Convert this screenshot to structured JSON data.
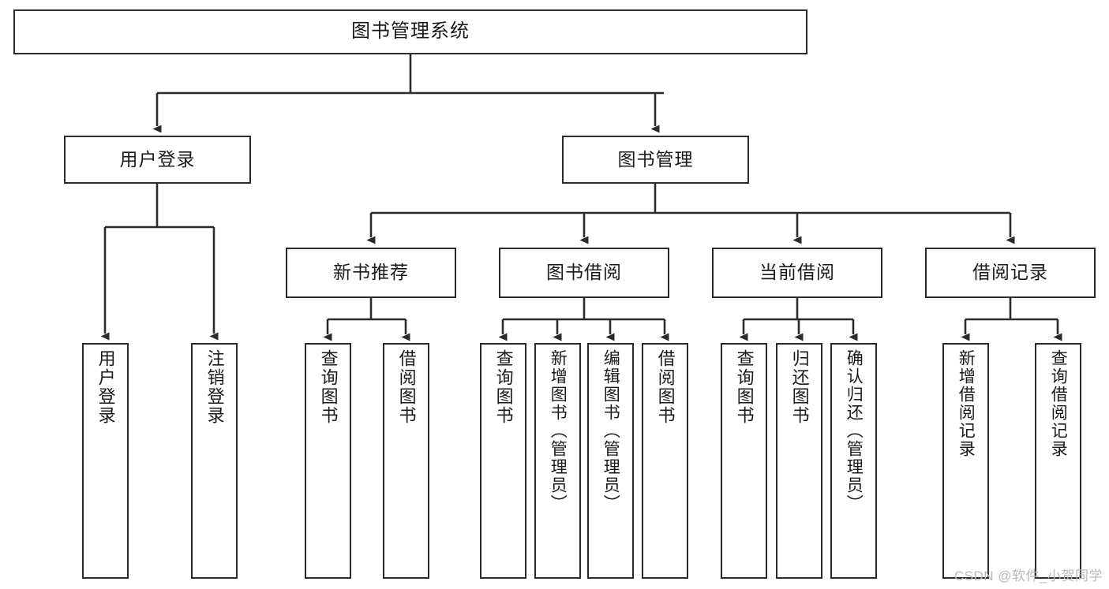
{
  "diagram": {
    "title": "图书管理系统",
    "type": "tree-hierarchy-chart",
    "orientation": "top-down",
    "colors": {
      "stroke": "#2b2b2b",
      "fill": "#ffffff",
      "text": "#1a1a1a",
      "watermark": "#b9b9b9",
      "background": "#ffffff"
    },
    "root": {
      "label": "图书管理系统"
    },
    "level1": [
      {
        "id": "user-login",
        "label": "用户登录"
      },
      {
        "id": "book-management",
        "label": "图书管理"
      }
    ],
    "level2": [
      {
        "id": "new-book-recommend",
        "label": "新书推荐",
        "parent": "book-management"
      },
      {
        "id": "book-borrow",
        "label": "图书借阅",
        "parent": "book-management"
      },
      {
        "id": "current-borrow",
        "label": "当前借阅",
        "parent": "book-management"
      },
      {
        "id": "borrow-record",
        "label": "借阅记录",
        "parent": "book-management"
      }
    ],
    "leaves": {
      "user_login": [
        {
          "id": "leaf-user-login",
          "label": "用户登录"
        },
        {
          "id": "leaf-logout-login",
          "label": "注销登录"
        }
      ],
      "new_book_recommend": [
        {
          "id": "leaf-query-book-1",
          "label": "查询图书"
        },
        {
          "id": "leaf-borrow-book-1",
          "label": "借阅图书"
        }
      ],
      "book_borrow": [
        {
          "id": "leaf-query-book-2",
          "label": "查询图书"
        },
        {
          "id": "leaf-add-book-admin",
          "label": "新增图书（管理员）"
        },
        {
          "id": "leaf-edit-book-admin",
          "label": "编辑图书（管理员）"
        },
        {
          "id": "leaf-borrow-book-2",
          "label": "借阅图书"
        }
      ],
      "current_borrow": [
        {
          "id": "leaf-query-book-3",
          "label": "查询图书"
        },
        {
          "id": "leaf-return-book",
          "label": "归还图书"
        },
        {
          "id": "leaf-confirm-return-admin",
          "label": "确认归还（管理员）"
        }
      ],
      "borrow_record": [
        {
          "id": "leaf-add-borrow-record",
          "label": "新增借阅记录"
        },
        {
          "id": "leaf-query-borrow-record",
          "label": "查询借阅记录"
        }
      ]
    }
  },
  "watermark": {
    "text": "CSDN @软件_小贺同学"
  }
}
